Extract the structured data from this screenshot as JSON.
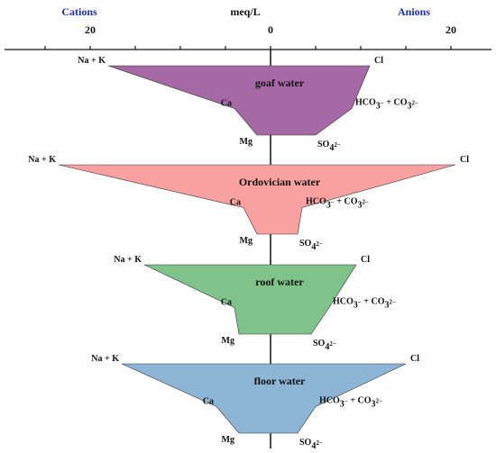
{
  "chart_data": {
    "type": "stiff-diagram",
    "unit_label": "meq/L",
    "left_side_label": "Cations",
    "right_side_label": "Anions",
    "tick_labels": [
      "20",
      "0",
      "20"
    ],
    "tick_values": [
      -20,
      0,
      20
    ],
    "x_range": [
      -29.5,
      24.5
    ],
    "colors": {
      "goaf": "#a768a6",
      "ordovician": "#f8a1a0",
      "roof": "#7fc38a",
      "floor": "#8cb5d6"
    },
    "series": [
      {
        "name": "goaf water",
        "key": "goaf",
        "cations": {
          "Na + K": 18,
          "Ca": 4,
          "Mg": 1.5
        },
        "anions": {
          "Cl": 11,
          "HCO3 + CO3": 9,
          "SO4": 5
        }
      },
      {
        "name": "Ordovician water",
        "key": "ordovician",
        "cations": {
          "Na + K": 23.5,
          "Ca": 3,
          "Mg": 1.5
        },
        "anions": {
          "Cl": 20.5,
          "HCO3 + CO3": 3.5,
          "SO4": 3
        }
      },
      {
        "name": "roof water",
        "key": "roof",
        "cations": {
          "Na + K": 14,
          "Ca": 4,
          "Mg": 3.5
        },
        "anions": {
          "Cl": 9.5,
          "HCO3 + CO3": 6.5,
          "SO4": 4.5
        }
      },
      {
        "name": "floor water",
        "key": "floor",
        "cations": {
          "Na + K": 16.5,
          "Ca": 6,
          "Mg": 3.5
        },
        "anions": {
          "Cl": 15,
          "HCO3 + CO3": 5,
          "SO4": 3
        }
      }
    ]
  }
}
